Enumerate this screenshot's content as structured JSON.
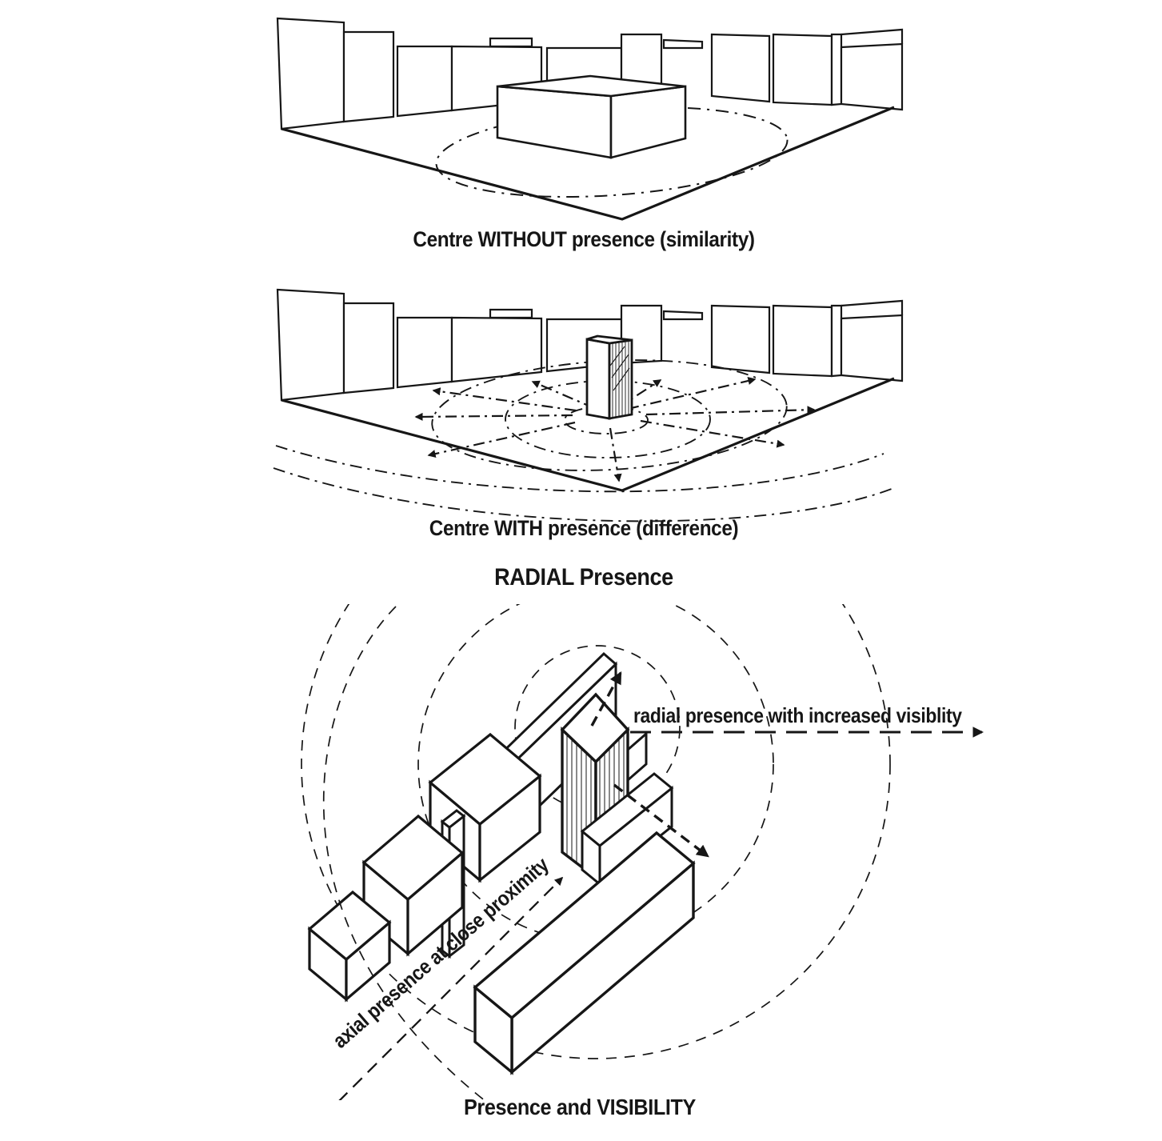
{
  "page": {
    "background": "#ffffff",
    "ink": "#161616"
  },
  "figure1": {
    "caption": "Centre WITHOUT presence (similarity)"
  },
  "figure2": {
    "caption": "Centre WITH presence (difference)",
    "heading": "RADIAL Presence"
  },
  "figure3": {
    "caption": "Presence and VISIBILITY",
    "radial_label": "radial presence with increased visiblity",
    "axial_label": "axial presence at close proximity"
  }
}
